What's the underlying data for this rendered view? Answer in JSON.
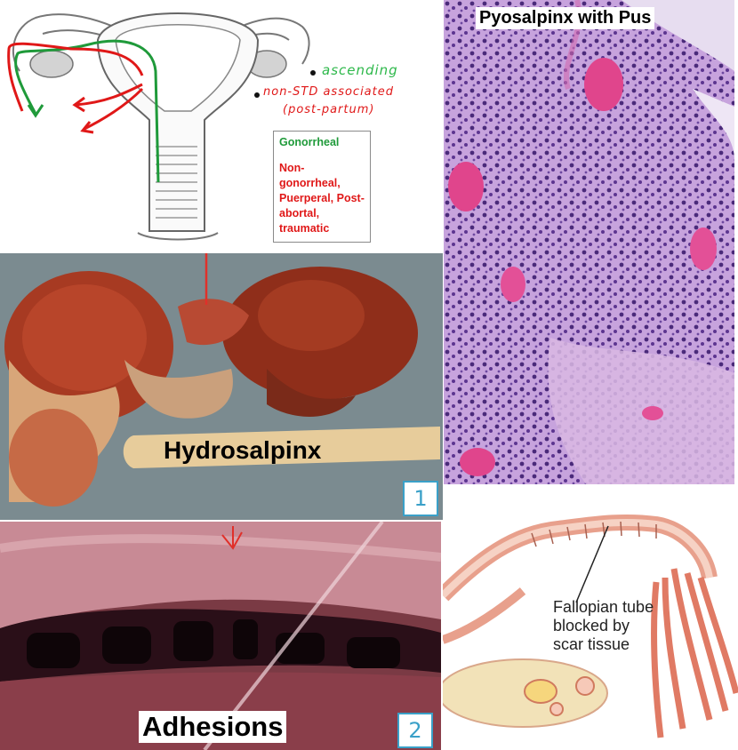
{
  "diagram": {
    "note_ascending": "ascending",
    "note_non_std_line1": "non-STD associated",
    "note_non_std_line2": "(post-partum)",
    "legend": {
      "green_label": "Gonorrheal",
      "red_label": "Non-gonorrheal, Puerperal, Post-abortal, traumatic"
    },
    "colors": {
      "green": "#1f9a3a",
      "red": "#e01818"
    }
  },
  "pyosalpinx": {
    "caption": "Pyosalpinx with Pus"
  },
  "hydrosalpinx": {
    "caption": "Hydrosalpinx",
    "badge": "1"
  },
  "adhesions": {
    "caption": "Adhesions",
    "badge": "2"
  },
  "blocked_tube": {
    "label_line1": "Fallopian tube",
    "label_line2": "blocked by",
    "label_line3": "scar tissue"
  }
}
